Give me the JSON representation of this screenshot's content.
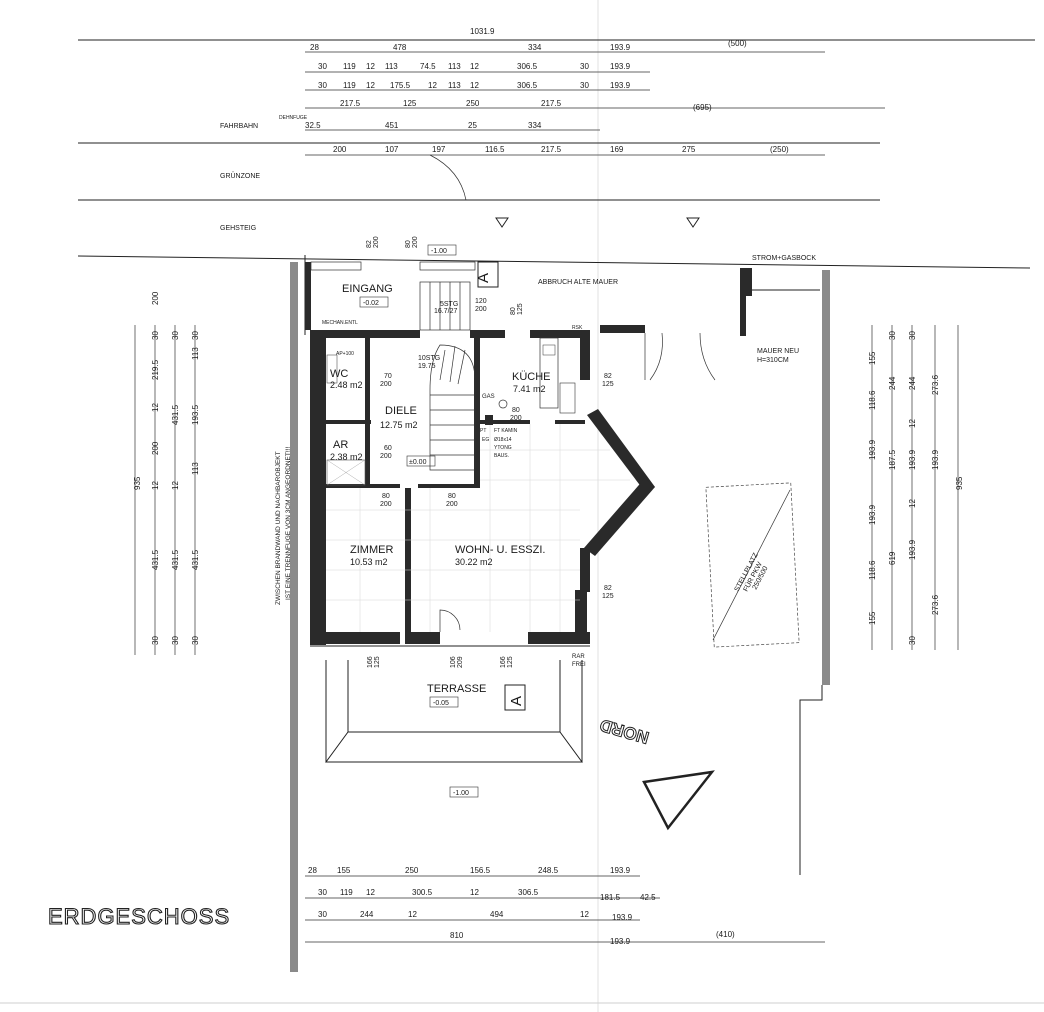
{
  "title": "ERDGESCHOSS",
  "north_label": "NORD",
  "zones": {
    "fahrbahn": "FAHRBAHN",
    "dehnfuge": "DEHNFUGE",
    "gruenzone": "GRÜNZONE",
    "gehsteig": "GEHSTEIG",
    "strom": "STROM+GASBOCK",
    "abbruch": "ABBRUCH ALTE MAUER",
    "mauer_neu_1": "MAUER NEU",
    "mauer_neu_2": "H=310CM",
    "brandwand_1": "ZWISCHEN BRANDWAND UND NACHBAROBJEKT",
    "brandwand_2": "IST EINE TRENNFUGE VON 3CM ANGEORDNET!!!"
  },
  "rooms": {
    "eingang": {
      "name": "EINGANG",
      "level": "-0.02"
    },
    "wc": {
      "name": "WC",
      "area": "2.48 m2"
    },
    "diele": {
      "name": "DIELE",
      "area": "12.75 m2",
      "level": "±0.00"
    },
    "ar": {
      "name": "AR",
      "area": "2.38 m2"
    },
    "kueche": {
      "name": "KÜCHE",
      "area": "7.41 m2"
    },
    "zimmer": {
      "name": "ZIMMER",
      "area": "10.53 m2"
    },
    "wohn": {
      "name": "WOHN- U. ESSZI.",
      "area": "30.22 m2"
    },
    "terrasse": {
      "name": "TERRASSE",
      "level": "-0.05"
    }
  },
  "misc": {
    "street_level": "-1.00",
    "yard_level": "-1.00",
    "stiege_1": "5STG",
    "stiege_2": "16.7/27",
    "stiege_3": "10STG",
    "stiege_4": "19.75",
    "mechan": "MECHAN.ENTL",
    "gas": "GAS",
    "kamin_1": "FT KAMIN",
    "kamin_2": "Ø18x14",
    "kamin_3": "YTONG",
    "kamin_4": "BAUS.",
    "rsk": "RSK",
    "rar_1": "RAR",
    "rar_2": "FREI",
    "stellplatz_1": "STELLPLATZ",
    "stellplatz_2": "FÜR PKW",
    "stellplatz_3": "250/500",
    "section_a": "A",
    "ap": "AP+100",
    "eg": "EG",
    "pt": "PT"
  },
  "dims_top": {
    "total": "1031.9",
    "r2": [
      "28",
      "478",
      "334",
      "193.9",
      "(500)"
    ],
    "r3": [
      "30",
      "119",
      "12",
      "113",
      "74.5",
      "113",
      "12",
      "306.5",
      "30",
      "193.9"
    ],
    "r4": [
      "30",
      "119",
      "12",
      "175.5",
      "12",
      "113",
      "12",
      "306.5",
      "30",
      "193.9"
    ],
    "r5": [
      "217.5",
      "125",
      "250",
      "217.5",
      "(695)"
    ],
    "r6": [
      "32.5",
      "451",
      "25",
      "334"
    ],
    "r7": [
      "200",
      "107",
      "197",
      "116.5",
      "217.5",
      "169",
      "275",
      "(250)"
    ]
  },
  "dims_bottom": {
    "r1": [
      "28",
      "155",
      "250",
      "156.5",
      "248.5",
      "193.9"
    ],
    "r2": [
      "30",
      "119",
      "12",
      "300.5",
      "12",
      "306.5",
      "181.5",
      "42.5"
    ],
    "r3": [
      "30",
      "244",
      "12",
      "494",
      "12",
      "193.9"
    ],
    "r4": [
      "810",
      "193.9",
      "(410)"
    ]
  },
  "dims_left": {
    "total": "935",
    "top": "200",
    "c1": [
      "30",
      "219.5",
      "12",
      "200",
      "12",
      "431.5",
      "30"
    ],
    "c2": [
      "30",
      "431.5",
      "12",
      "431.5",
      "30"
    ],
    "c3": [
      "30",
      "193.5",
      "12",
      "113",
      "12",
      "113",
      "30"
    ],
    "c4": [
      "113",
      "113",
      "431.5"
    ]
  },
  "dims_right": {
    "total": "935",
    "c1": [
      "155",
      "118.6",
      "193.9",
      "193.9",
      "118.6",
      "155"
    ],
    "c2": [
      "30",
      "244",
      "187.5",
      "619"
    ],
    "c3": [
      "30",
      "244",
      "12",
      "193.9",
      "12",
      "193.9",
      "30"
    ],
    "c4": [
      "273.6",
      "193.9",
      "273.6"
    ]
  },
  "openings": {
    "w1": "82",
    "w1b": "200",
    "w2": "80",
    "w2b": "200",
    "wc_door": "70",
    "wc_door_b": "200",
    "ar_door": "60",
    "ar_door_b": "200",
    "z_door": "80",
    "z_door_b": "200",
    "wz_door": "80",
    "wz_door_b": "200",
    "k_door": "80",
    "k_door_b": "200",
    "k_win": "82",
    "k_win_b": "125",
    "e_win": "120",
    "e_win_b": "200",
    "e_win2": "80",
    "e_win2_b": "125",
    "o_win1": "82",
    "o_win1_b": "125",
    "t1": "166",
    "t1b": "125",
    "t2": "106",
    "t2b": "209",
    "t3": "166",
    "t3b": "125"
  }
}
